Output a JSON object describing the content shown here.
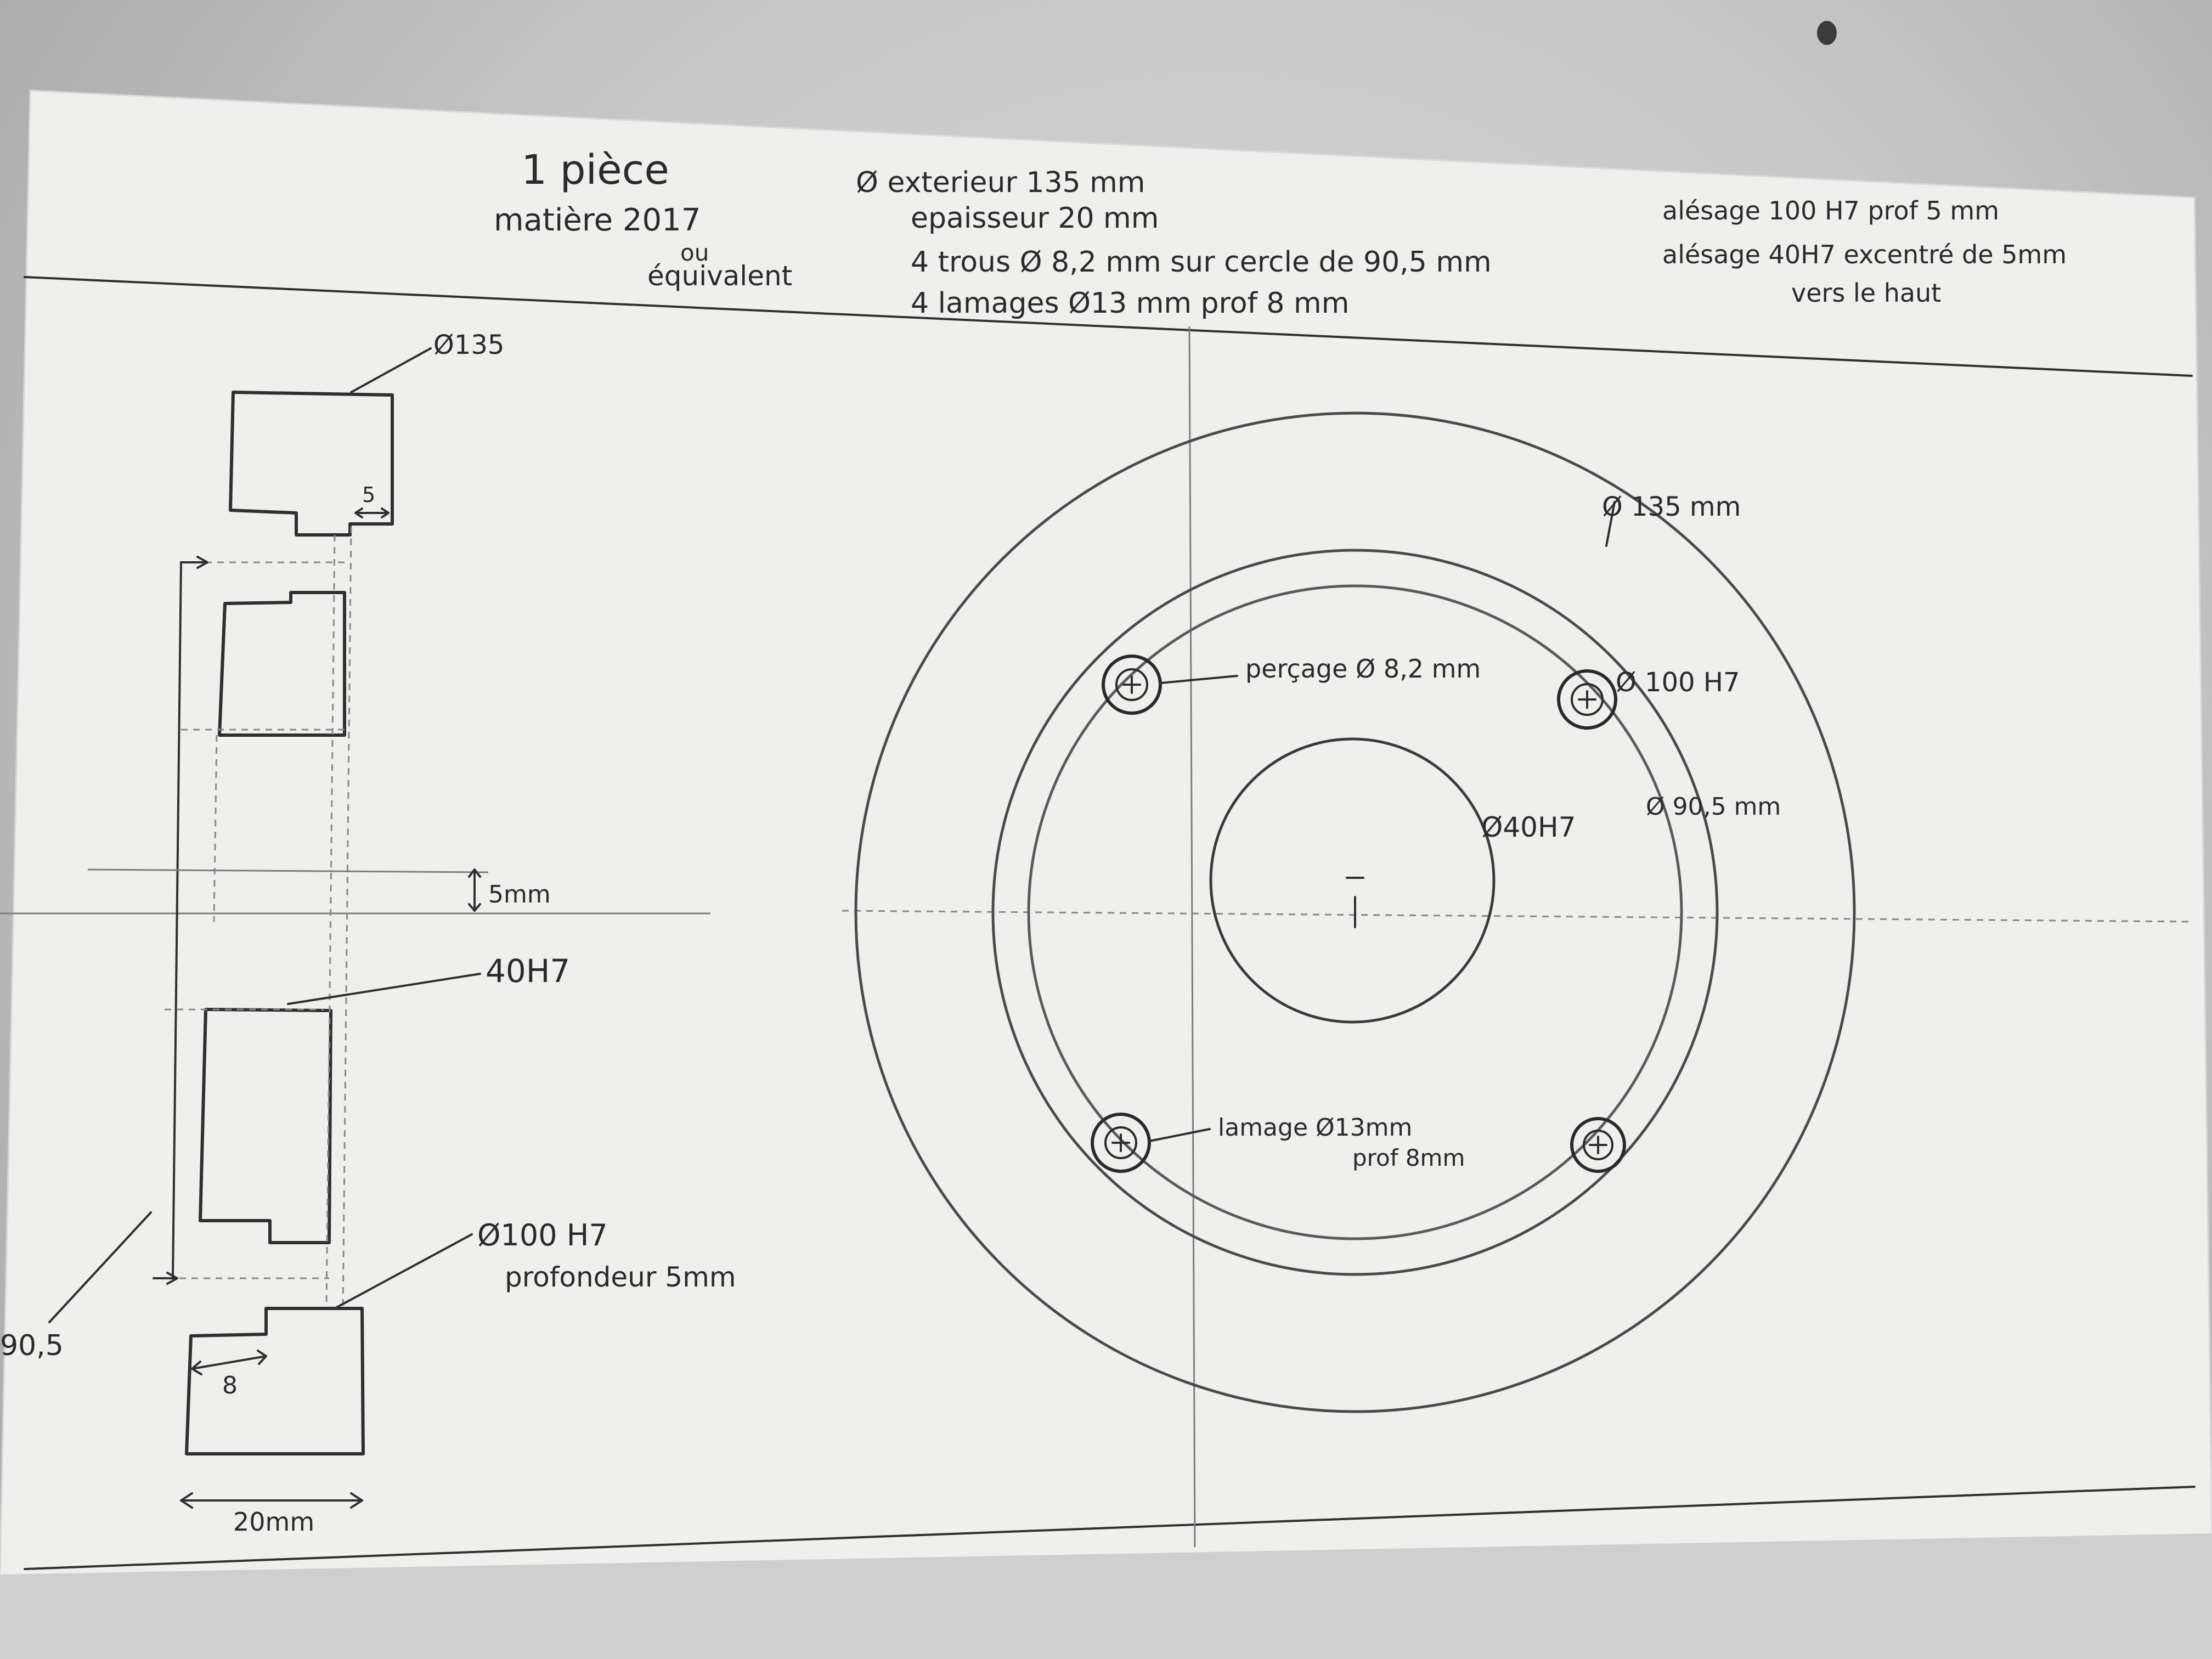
{
  "header": {
    "piece_count": "1 pièce",
    "material_1": "matière 2017",
    "material_2": "ou",
    "material_3": "équivalent",
    "spec_1": "Ø exterieur 135 mm",
    "spec_2": "epaisseur 20 mm",
    "spec_3": "4 trous Ø 8,2 mm sur cercle de 90,5 mm",
    "spec_4": "4 lamages Ø13 mm prof 8 mm",
    "bore_1": "alésage 100 H7 prof 5 mm",
    "bore_2": "alésage 40H7 excentré de 5mm",
    "bore_3": "vers le haut"
  },
  "section_view": {
    "outer_diameter": "Ø135",
    "offset_small": "5",
    "eccentric_offset": "5mm",
    "bore_small": "40H7",
    "bore_large_1": "Ø100 H7",
    "bore_large_2": "profondeur 5mm",
    "bolt_circle": "90,5",
    "counterbore_depth": "8",
    "thickness": "20mm"
  },
  "front_view": {
    "outer_diameter": "Ø 135 mm",
    "drill_label": "perçage Ø 8,2 mm",
    "bore_100": "Ø 100 H7",
    "bolt_circle": "Ø 90,5 mm",
    "bore_40": "Ø40H7",
    "counterbore_1": "lamage Ø13mm",
    "counterbore_2": "prof 8mm"
  },
  "colors": {
    "paper": "#efefed",
    "ink": "#2a2a2a",
    "background": "#c8c8c8"
  }
}
